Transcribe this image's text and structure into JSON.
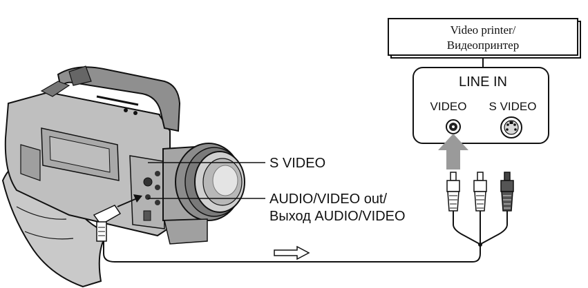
{
  "printer": {
    "line1": "Video printer/",
    "line2": "Видеопринтер"
  },
  "panel": {
    "title": "LINE IN",
    "video_label": "VIDEO",
    "svideo_label": "S VIDEO"
  },
  "callouts": {
    "svideo": "S VIDEO",
    "av_line1": "AUDIO/VIDEO out/",
    "av_line2": "Выход AUDIO/VIDEO"
  },
  "icons": [
    "camcorder-illustration",
    "composite-video-jack-icon",
    "s-video-jack-icon",
    "up-arrow-icon",
    "signal-flow-arrow-icon",
    "rca-plug-icon"
  ]
}
